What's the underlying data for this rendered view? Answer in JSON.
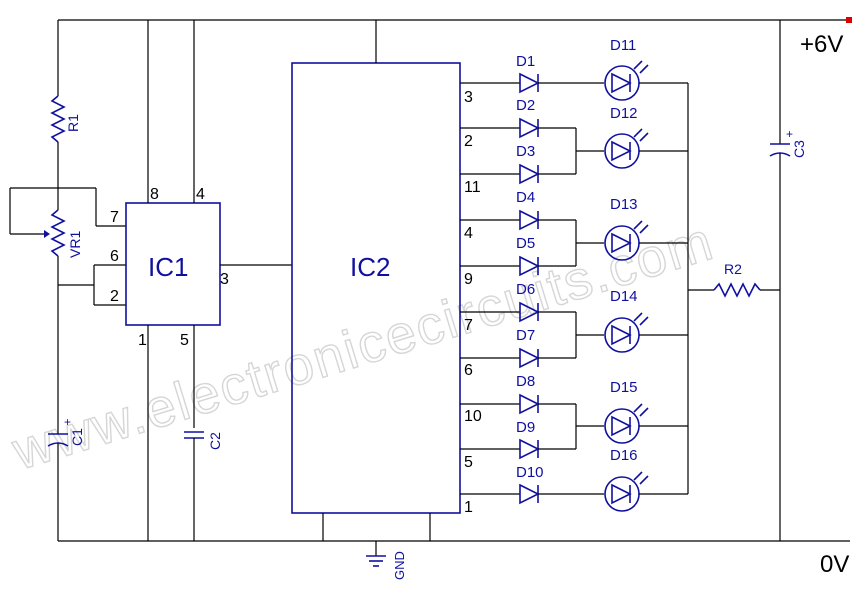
{
  "rails": {
    "supply": "+6V",
    "ground": "0V"
  },
  "watermark": "www.electronicecircuits.com",
  "ic1": {
    "label": "IC1",
    "pins": {
      "p8": "8",
      "p4": "4",
      "p7": "7",
      "p6": "6",
      "p2": "2",
      "p3": "3",
      "p1": "1",
      "p5": "5"
    }
  },
  "ic2": {
    "label": "IC2",
    "pins": [
      "3",
      "2",
      "11",
      "4",
      "9",
      "7",
      "6",
      "10",
      "5",
      "1"
    ]
  },
  "resistors": {
    "r1": "R1",
    "vr1": "VR1",
    "r2": "R2"
  },
  "capacitors": {
    "c1": "C1",
    "c2": "C2",
    "c3": "C3",
    "polarity": "+"
  },
  "diodes": [
    "D1",
    "D2",
    "D3",
    "D4",
    "D5",
    "D6",
    "D7",
    "D8",
    "D9",
    "D10"
  ],
  "leds": [
    "D11",
    "D12",
    "D13",
    "D14",
    "D15",
    "D16"
  ],
  "gnd": "GND",
  "colors": {
    "wire": "#000000",
    "component": "#1010a0",
    "supply_marker": "#e00000",
    "watermark": "#d6d6d6"
  }
}
